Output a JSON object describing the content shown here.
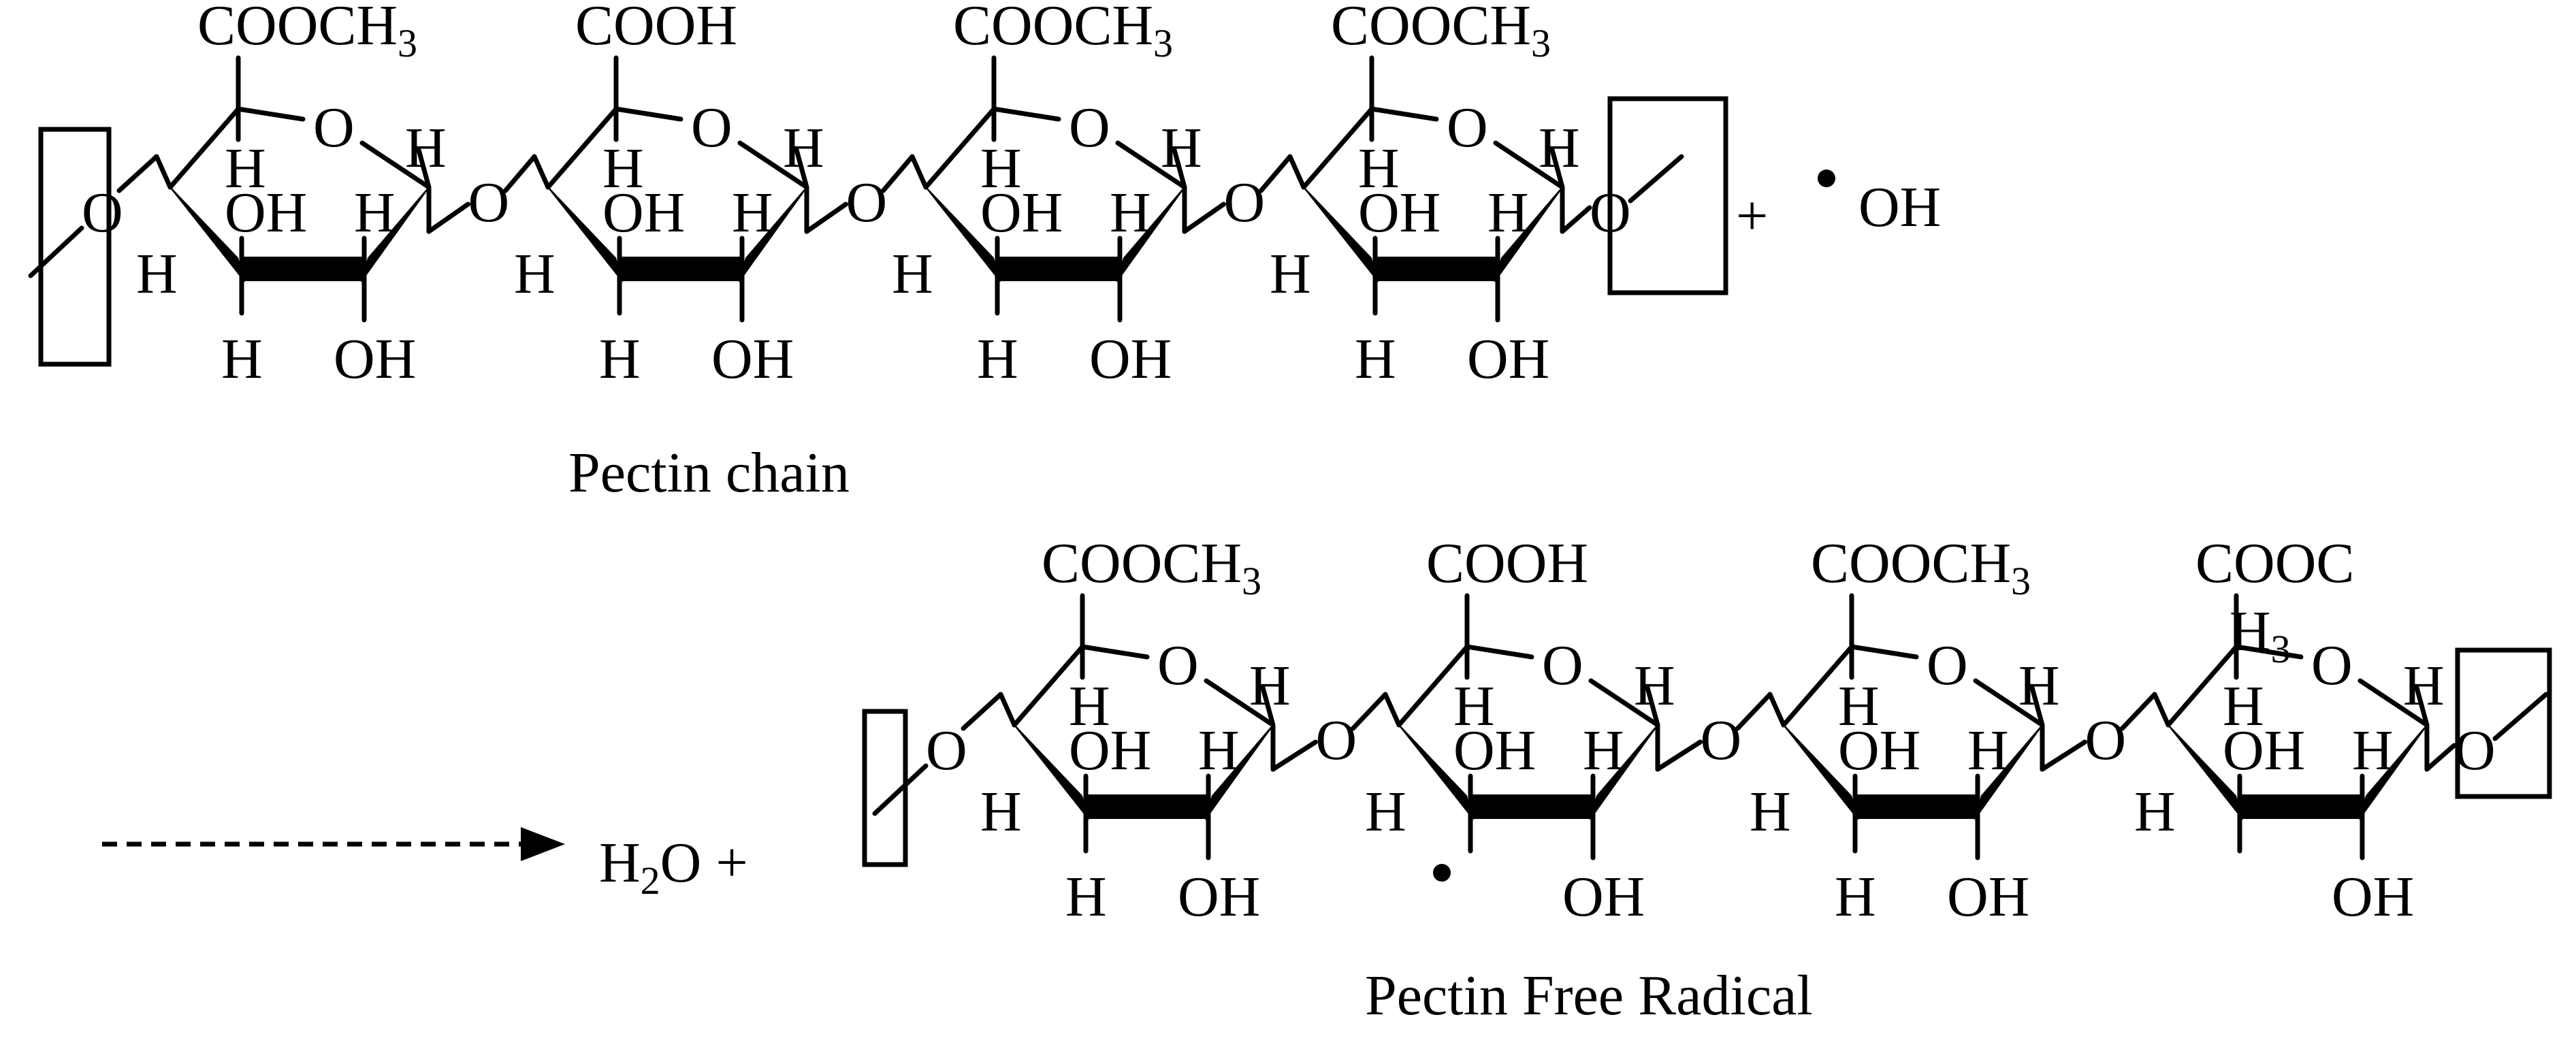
{
  "reactant": {
    "caption": "Pectin chain",
    "plus": "+",
    "radical": "OH",
    "units": [
      {
        "top": "COOCH",
        "sub": "3",
        "ring_o": "O",
        "h_anomeric": "H",
        "h_c5": "H",
        "oh_c3": "OH",
        "h_c2": "H",
        "h_c4": "H",
        "h_c4b": "H",
        "oh_bottom": "OH"
      },
      {
        "top": "COOH",
        "sub": "",
        "ring_o": "O",
        "h_anomeric": "H",
        "h_c5": "H",
        "oh_c3": "OH",
        "h_c2": "H",
        "h_c4": "H",
        "h_c4b": "H",
        "oh_bottom": "OH"
      },
      {
        "top": "COOCH",
        "sub": "3",
        "ring_o": "O",
        "h_anomeric": "H",
        "h_c5": "H",
        "oh_c3": "OH",
        "h_c2": "H",
        "h_c4": "H",
        "h_c4b": "H",
        "oh_bottom": "OH"
      },
      {
        "top": "COOCH",
        "sub": "3",
        "ring_o": "O",
        "h_anomeric": "H",
        "h_c5": "H",
        "oh_c3": "OH",
        "h_c2": "H",
        "h_c4": "H",
        "h_c4b": "H",
        "oh_bottom": "OH"
      }
    ],
    "linkage_o": [
      "O",
      "O",
      "O",
      "O",
      "O"
    ]
  },
  "product": {
    "caption": "Pectin Free Radical",
    "water": "H",
    "water_sub": "2",
    "water_tail": "O +",
    "units": [
      {
        "top": "COOCH",
        "sub": "3",
        "ring_o": "O",
        "h_anomeric": "H",
        "h_c5": "H",
        "oh_c3": "OH",
        "h_c2": "H",
        "h_c4": "H",
        "h_c4b": "H",
        "oh_bottom": "OH"
      },
      {
        "top": "COOH",
        "sub": "",
        "ring_o": "O",
        "h_anomeric": "H",
        "h_c5": "H",
        "oh_c3": "OH",
        "h_c2": "H",
        "h_c4": "H",
        "h_c4b": "",
        "oh_bottom": "OH"
      },
      {
        "top": "COOCH",
        "sub": "3",
        "ring_o": "O",
        "h_anomeric": "H",
        "h_c5": "H",
        "oh_c3": "OH",
        "h_c2": "H",
        "h_c4": "H",
        "h_c4b": "H",
        "oh_bottom": "OH"
      },
      {
        "top": "COOC",
        "sub": "",
        "extra": "H",
        "extra_sub": "3",
        "ring_o": "O",
        "h_anomeric": "H",
        "h_c5": "H",
        "oh_c3": "OH",
        "h_c2": "H",
        "h_c4": "H",
        "h_c4b": "",
        "oh_bottom": "OH"
      }
    ],
    "linkage_o": [
      "O",
      "O",
      "O",
      "O",
      "O"
    ]
  }
}
